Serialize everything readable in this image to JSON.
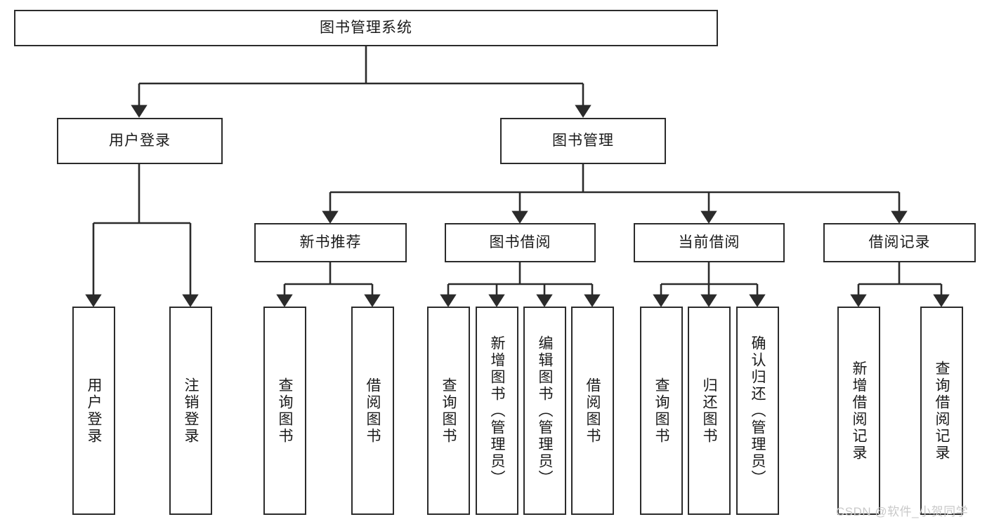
{
  "diagram": {
    "type": "tree-hierarchy",
    "title": "图书管理系统",
    "orientation": "top-down",
    "colors": {
      "line": "#2b2b2b",
      "box_border": "#2b2b2b",
      "box_fill": "#ffffff",
      "text": "#1a1a1a",
      "watermark": "#c9c9c9"
    }
  },
  "root": {
    "label": "图书管理系统"
  },
  "tier2": [
    {
      "label": "用户登录"
    },
    {
      "label": "图书管理"
    }
  ],
  "tier3": [
    {
      "label": "新书推荐"
    },
    {
      "label": "图书借阅"
    },
    {
      "label": "当前借阅"
    },
    {
      "label": "借阅记录"
    }
  ],
  "leaves": {
    "user_login": [
      {
        "label": "用户登录"
      },
      {
        "label": "注销登录"
      }
    ],
    "new_book_recommend": [
      {
        "label": "查询图书"
      },
      {
        "label": "借阅图书"
      }
    ],
    "book_borrow": [
      {
        "label": "查询图书"
      },
      {
        "label": "新增图书（管理员）"
      },
      {
        "label": "编辑图书（管理员）"
      },
      {
        "label": "借阅图书"
      }
    ],
    "current_borrow": [
      {
        "label": "查询图书"
      },
      {
        "label": "归还图书"
      },
      {
        "label": "确认归还（管理员）"
      }
    ],
    "borrow_record": [
      {
        "label": "新增借阅记录"
      },
      {
        "label": "查询借阅记录"
      }
    ]
  },
  "watermark": {
    "text": "CSDN @软件_小贺同学"
  }
}
